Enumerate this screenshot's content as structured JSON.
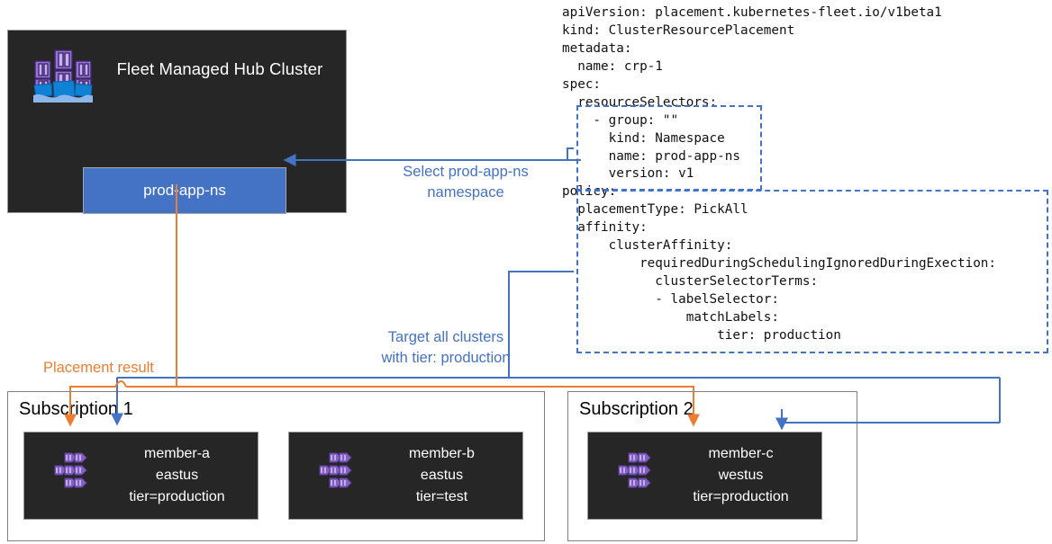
{
  "diagram": {
    "title": "Azure Kubernetes Fleet Manager ClusterResourcePlacement",
    "colors": {
      "accent_blue": "#4472c4",
      "accent_orange": "#ed7d31",
      "panel_dark": "#262626",
      "purple_icon": "#8661c5",
      "ship_blue": "#0078d4"
    }
  },
  "hub": {
    "title": "Fleet Managed Hub Cluster",
    "namespace_box": "prod-app-ns",
    "icon_name": "fleet-manager-icon"
  },
  "yaml": {
    "lines": [
      "apiVersion: placement.kubernetes-fleet.io/v1beta1",
      "kind: ClusterResourcePlacement",
      "metadata:",
      "  name: crp-1",
      "spec:",
      "  resourceSelectors:",
      "    - group: \"\"",
      "      kind: Namespace",
      "      name: prod-app-ns",
      "      version: v1",
      "policy:",
      "  placementType: PickAll",
      "  affinity:",
      "      clusterAffinity:",
      "          requiredDuringSchedulingIgnoredDuringExection:",
      "            clusterSelectorTerms:",
      "            - labelSelector:",
      "                matchLabels:",
      "                    tier: production"
    ]
  },
  "labels": {
    "select_namespace": "Select prod-app-ns\nnamespace",
    "select_namespace_line1": "Select prod-app-ns",
    "select_namespace_line2": "namespace",
    "target_clusters_line1": "Target all clusters",
    "target_clusters_line2": "with tier: production",
    "placement_result": "Placement result"
  },
  "subscriptions": [
    {
      "title": "Subscription 1",
      "members": [
        {
          "name": "member-a",
          "region": "eastus",
          "label": "tier=production",
          "icon_name": "kubernetes-cluster-icon"
        },
        {
          "name": "member-b",
          "region": "eastus",
          "label": "tier=test",
          "icon_name": "kubernetes-cluster-icon"
        }
      ]
    },
    {
      "title": "Subscription 2",
      "members": [
        {
          "name": "member-c",
          "region": "westus",
          "label": "tier=production",
          "icon_name": "kubernetes-cluster-icon"
        }
      ]
    }
  ]
}
